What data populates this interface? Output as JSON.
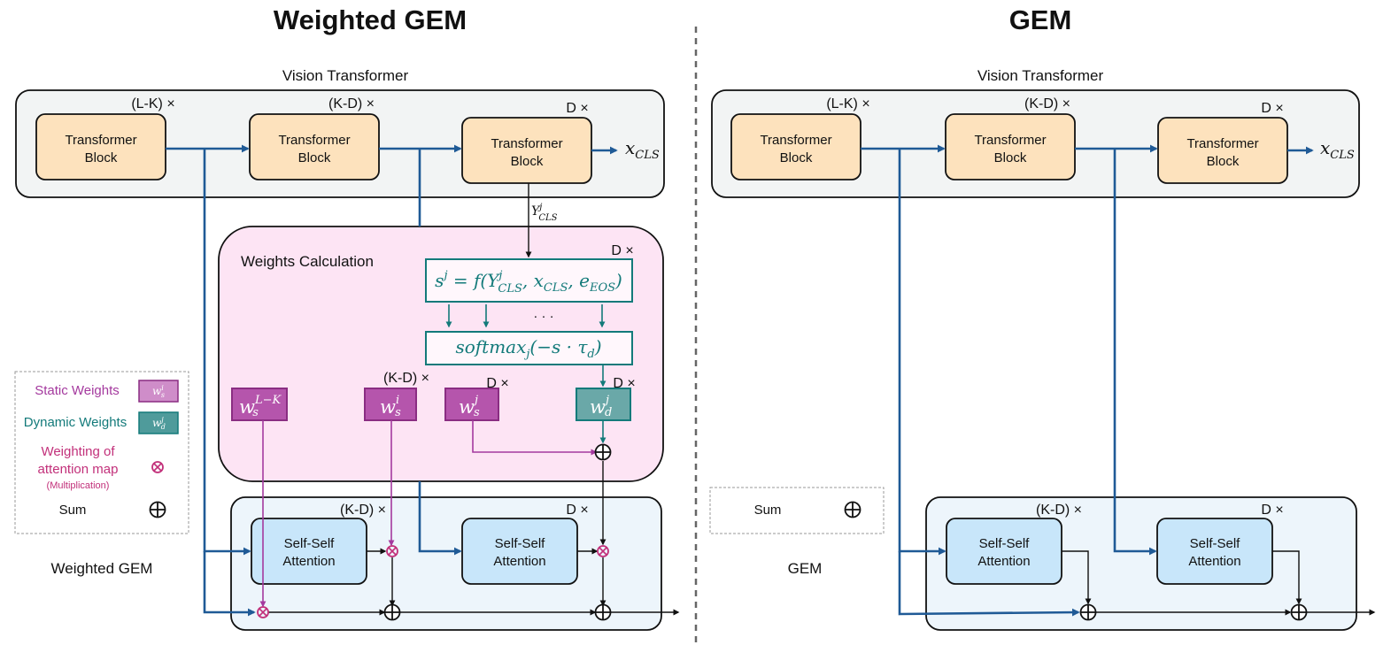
{
  "left": {
    "title": "Weighted GEM",
    "vit_label": "Vision Transformer",
    "rep_lk": "(L-K) ×",
    "rep_kd": "(K-D) ×",
    "rep_d": "D ×",
    "tb_line1": "Transformer",
    "tb_line2": "Block",
    "x_cls": "x",
    "x_cls_sub": "CLS",
    "y_cls": "Y",
    "y_cls_sup": "j",
    "y_cls_sub": "CLS",
    "wc_label": "Weights Calculation",
    "wc_rep": "D ×",
    "formula_s": "s",
    "formula_sup": "j",
    "formula_rest": " = f(Y",
    "formula_y_sup": "j",
    "formula_y_sub": "CLS",
    "formula_mid": ", x",
    "formula_x_sub": "CLS",
    "formula_comma": ", e",
    "formula_e_sub": "EOS",
    "formula_end": ")",
    "dots": "· · ·",
    "softmax_text": "softmax",
    "softmax_sub": "j",
    "softmax_rest": "(−s · τ",
    "softmax_tau_sub": "d",
    "softmax_end": ")",
    "w_base": "w",
    "w1_sup": "L−K",
    "w1_sub": "s",
    "w2_sup": "i",
    "w2_sub": "s",
    "w2_rep": "(K-D) ×",
    "w3_sup": "j",
    "w3_sub": "s",
    "w3_rep": "D ×",
    "w4_sup": "j",
    "w4_sub": "d",
    "w4_rep": "D ×",
    "ssa_line1": "Self-Self",
    "ssa_line2": "Attention",
    "ssa_rep_kd": "(K-D) ×",
    "ssa_rep_d": "D ×",
    "method_label": "Weighted GEM"
  },
  "legend": {
    "static": "Static Weights",
    "dynamic": "Dynamic Weights",
    "weighting_l1": "Weighting of",
    "weighting_l2": "attention map",
    "weighting_l3": "(Multiplication)",
    "sum": "Sum"
  },
  "right": {
    "title": "GEM",
    "vit_label": "Vision Transformer",
    "rep_lk": "(L-K) ×",
    "rep_kd": "(K-D) ×",
    "rep_d": "D ×",
    "tb_line1": "Transformer",
    "tb_line2": "Block",
    "x_cls": "x",
    "x_cls_sub": "CLS",
    "sum_label": "Sum",
    "ssa_line1": "Self-Self",
    "ssa_line2": "Attention",
    "ssa_rep_kd": "(K-D) ×",
    "ssa_rep_d": "D ×",
    "method_label": "GEM"
  },
  "colors": {
    "flow": "#1f5a96",
    "static": "#a4399e",
    "dynamic": "#137a7a",
    "multiply": "#c2307a",
    "block_fill": "#fde2bd",
    "attn_fill": "#c8e6fa",
    "wc_fill": "#fde4f4",
    "frame_fill": "#f2f4f4"
  }
}
